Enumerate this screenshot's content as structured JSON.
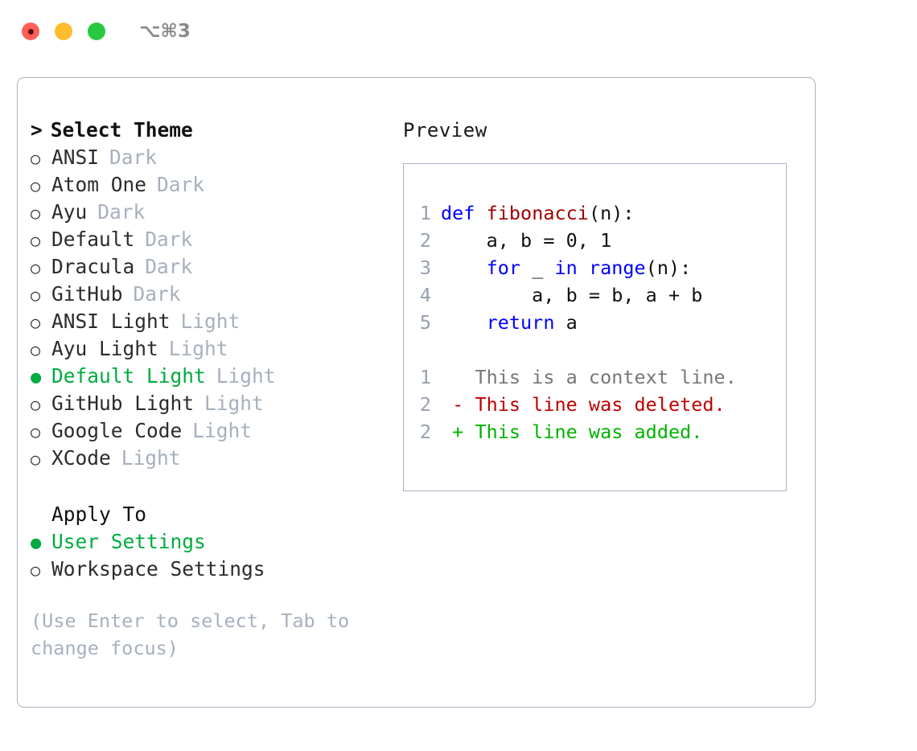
{
  "window": {
    "shortcut": "⌥⌘3",
    "traffic_lights": [
      {
        "name": "close",
        "color": "#ff5f57"
      },
      {
        "name": "minimize",
        "color": "#febc2e"
      },
      {
        "name": "maximize",
        "color": "#28c840"
      }
    ]
  },
  "theme_panel": {
    "heading": "Select Theme",
    "caret": ">",
    "bullet_unselected": "○",
    "bullet_selected": "●",
    "items": [
      {
        "label": "ANSI",
        "tag": "Dark",
        "selected": false
      },
      {
        "label": "Atom One",
        "tag": "Dark",
        "selected": false
      },
      {
        "label": "Ayu",
        "tag": "Dark",
        "selected": false
      },
      {
        "label": "Default",
        "tag": "Dark",
        "selected": false
      },
      {
        "label": "Dracula",
        "tag": "Dark",
        "selected": false
      },
      {
        "label": "GitHub",
        "tag": "Dark",
        "selected": false
      },
      {
        "label": "ANSI Light",
        "tag": "Light",
        "selected": false
      },
      {
        "label": "Ayu Light",
        "tag": "Light",
        "selected": false
      },
      {
        "label": "Default Light",
        "tag": "Light",
        "selected": true
      },
      {
        "label": "GitHub Light",
        "tag": "Light",
        "selected": false
      },
      {
        "label": "Google Code",
        "tag": "Light",
        "selected": false
      },
      {
        "label": "XCode",
        "tag": "Light",
        "selected": false
      }
    ]
  },
  "apply_to": {
    "title": "Apply To",
    "options": [
      {
        "label": "User Settings",
        "selected": true
      },
      {
        "label": "Workspace Settings",
        "selected": false
      }
    ]
  },
  "hint": "(Use Enter to select, Tab to change focus)",
  "preview": {
    "title": "Preview",
    "code_lines": [
      {
        "no": "1",
        "tokens": [
          {
            "t": "def",
            "c": "kw"
          },
          {
            "t": " ",
            "c": "code-text"
          },
          {
            "t": "fibonacci",
            "c": "fn"
          },
          {
            "t": "(n):",
            "c": "code-text"
          }
        ]
      },
      {
        "no": "2",
        "tokens": [
          {
            "t": "    a, b = 0, 1",
            "c": "code-text"
          }
        ]
      },
      {
        "no": "3",
        "tokens": [
          {
            "t": "    ",
            "c": "code-text"
          },
          {
            "t": "for",
            "c": "kw"
          },
          {
            "t": " _ ",
            "c": "code-text"
          },
          {
            "t": "in",
            "c": "kw"
          },
          {
            "t": " ",
            "c": "code-text"
          },
          {
            "t": "range",
            "c": "kw"
          },
          {
            "t": "(n):",
            "c": "code-text"
          }
        ]
      },
      {
        "no": "4",
        "tokens": [
          {
            "t": "        a, b = b, a + b",
            "c": "code-text"
          }
        ]
      },
      {
        "no": "5",
        "tokens": [
          {
            "t": "    ",
            "c": "code-text"
          },
          {
            "t": "return",
            "c": "kw"
          },
          {
            "t": " a",
            "c": "code-text"
          }
        ]
      }
    ],
    "diff_lines": [
      {
        "no": "1",
        "tokens": [
          {
            "t": "   This is a context line.",
            "c": "ctx"
          }
        ]
      },
      {
        "no": "2",
        "tokens": [
          {
            "t": " - This line was deleted.",
            "c": "del"
          }
        ]
      },
      {
        "no": "2",
        "tokens": [
          {
            "t": " + This line was added.",
            "c": "add"
          }
        ]
      }
    ]
  },
  "colors": {
    "accent_green": "#00ab3f",
    "muted": "#a7b0bd",
    "border": "#a9b3c2",
    "keyword_blue": "#0000ff",
    "function_red": "#a00000",
    "diff_delete": "#c00000",
    "diff_add": "#00b200",
    "lineno": "#96a0b0"
  }
}
